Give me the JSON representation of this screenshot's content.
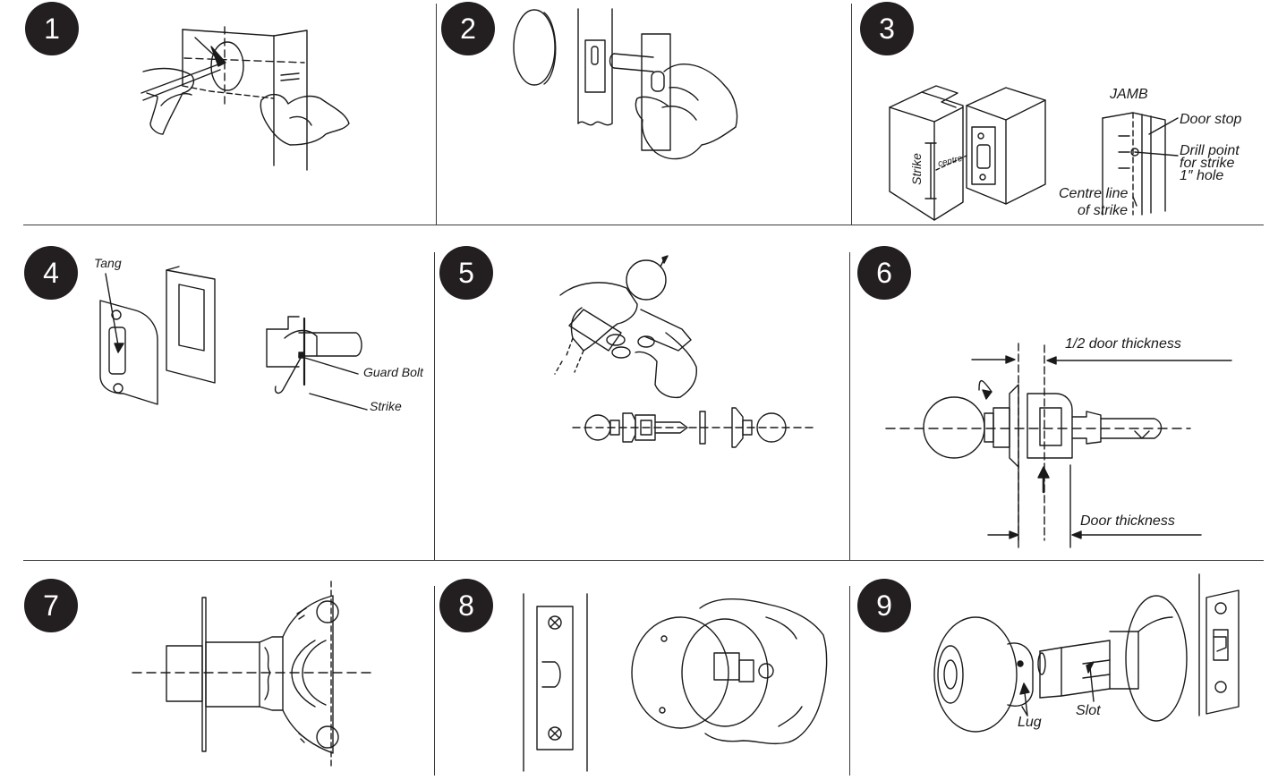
{
  "steps": [
    {
      "number": "1"
    },
    {
      "number": "2"
    },
    {
      "number": "3"
    },
    {
      "number": "4"
    },
    {
      "number": "5"
    },
    {
      "number": "6"
    },
    {
      "number": "7"
    },
    {
      "number": "8"
    },
    {
      "number": "9"
    }
  ],
  "labels": {
    "jamb": "JAMB",
    "door_stop": "Door stop",
    "drill_point_1": "Drill point",
    "drill_point_2": "for strike",
    "drill_point_3": "1″ hole",
    "centre_line_1": "Centre line",
    "centre_line_2": "of strike",
    "strike_vertical": "Strike",
    "centre_small": "centre",
    "tang": "Tang",
    "guard_bolt": "Guard Bolt",
    "strike": "Strike",
    "half_door_thickness": "1/2 door thickness",
    "door_thickness": "Door thickness",
    "lug": "Lug",
    "slot": "Slot"
  },
  "colors": {
    "badge_fill": "#231f20",
    "badge_text": "#ffffff",
    "line": "#1a1a1a",
    "divider": "#3a3a3a"
  }
}
